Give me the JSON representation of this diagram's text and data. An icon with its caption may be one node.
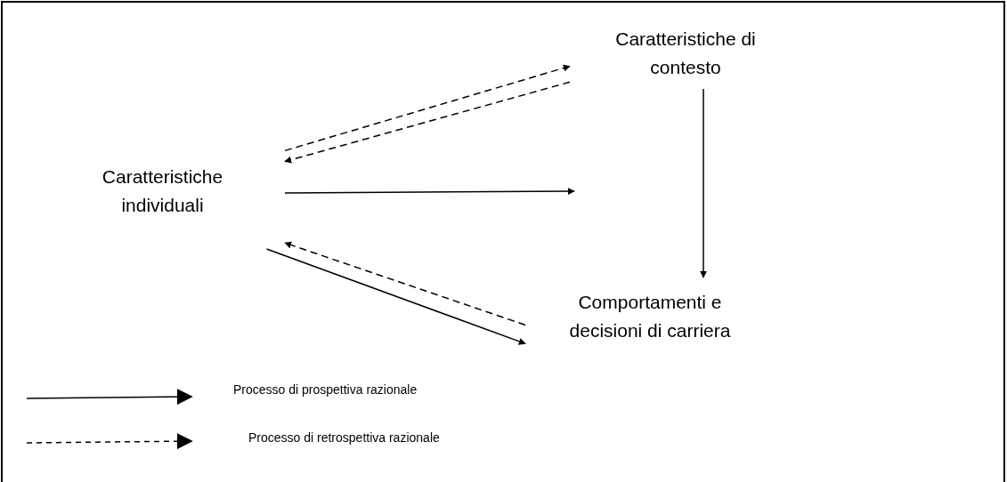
{
  "diagram": {
    "nodes": [
      {
        "text": [
          "Caratteristiche individuali"
        ]
      },
      {
        "text": [
          "Caratteristiche di contesto"
        ]
      },
      {
        "text": [
          "Comportamenti e decisioni di carriera"
        ]
      }
    ],
    "edges": [
      {
        "from": 0,
        "to": 1,
        "arrow": "to",
        "style": "dashed"
      },
      {
        "from": 1,
        "to": 0,
        "arrow": "to",
        "style": "dashed"
      },
      {
        "from": 0,
        "to": null,
        "arrow": "to"
      },
      {
        "from": 1,
        "to": 2,
        "arrow": "to"
      },
      {
        "from": 0,
        "to": 2,
        "arrow": "to"
      },
      {
        "from": 2,
        "to": 0,
        "arrow": "to",
        "style": "dashed"
      }
    ],
    "legend": [
      {
        "text": "Processo di prospettiva razionale"
      },
      {
        "text": "Processo di retrospettiva razionale"
      }
    ]
  }
}
